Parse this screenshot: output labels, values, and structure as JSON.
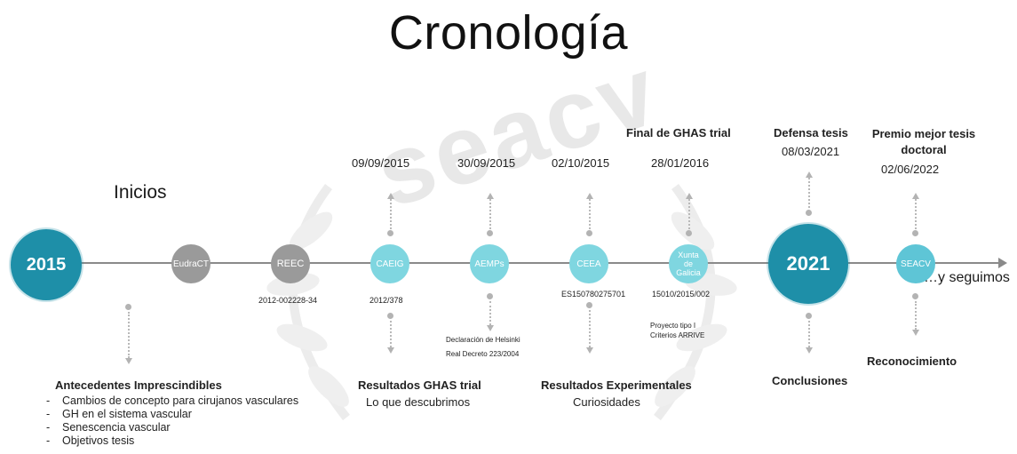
{
  "title": "Cronología",
  "watermark": "seacv",
  "left_label": "Inicios",
  "end_label": "…y seguimos",
  "nodes": [
    {
      "label": "2015"
    },
    {
      "label": "EudraCT"
    },
    {
      "label": "REEC",
      "below": "2012-002228-34"
    },
    {
      "label": "CAEIG",
      "date": "09/09/2015",
      "below": "2012/378"
    },
    {
      "label": "AEMPs",
      "date": "30/09/2015"
    },
    {
      "label": "CEEA",
      "date": "02/10/2015",
      "below": "ES150780275701"
    },
    {
      "label": "Xunta de Galicia",
      "date": "28/01/2016",
      "heading": "Final de GHAS trial",
      "below": "15010/2015/002"
    },
    {
      "label": "2021",
      "date": "08/03/2021",
      "heading": "Defensa tesis"
    },
    {
      "label": "SEACV",
      "date": "02/06/2022",
      "heading": "Premio mejor tesis doctoral"
    }
  ],
  "annotations": {
    "antecedentes": {
      "heading": "Antecedentes Imprescindibles",
      "items": [
        "Cambios de concepto para cirujanos vasculares",
        "GH en el sistema vascular",
        "Senescencia vascular",
        "Objetivos tesis"
      ]
    },
    "resultados_ghas": {
      "heading": "Resultados GHAS trial",
      "sub": "Lo que descubrimos"
    },
    "aemps_notes": [
      "Declaración de Helsinki",
      "Real Decreto 223/2004"
    ],
    "resultados_exp": {
      "heading": "Resultados Experimentales",
      "sub": "Curiosidades"
    },
    "xunta_notes": [
      "Proyecto tipo I",
      "Criterios ARRIVE"
    ],
    "conclusiones": "Conclusiones",
    "reconocimiento": "Reconocimiento"
  }
}
